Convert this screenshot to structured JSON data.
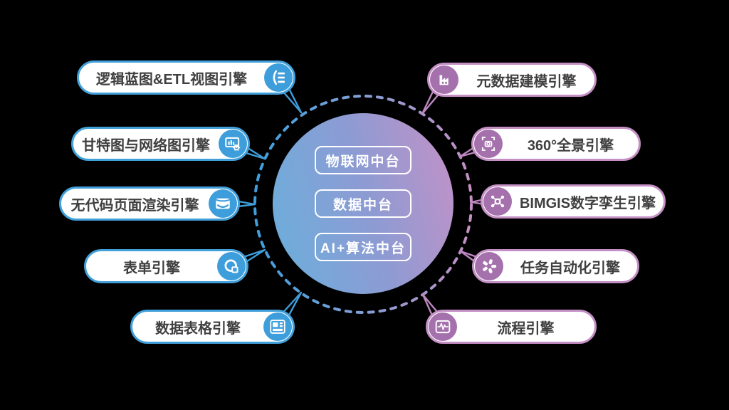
{
  "center": {
    "platforms": [
      "物联网中台",
      "数据中台",
      "AI+算法中台"
    ],
    "gradient_start": "#69b0dd",
    "gradient_end": "#c591c7"
  },
  "left_engines": [
    {
      "label": "逻辑蓝图&ETL视图引擎",
      "icon": "brace-list-icon"
    },
    {
      "label": "甘特图与网络图引擎",
      "icon": "gantt-chart-gear-icon"
    },
    {
      "label": "无代码页面渲染引擎",
      "icon": "page-render-icon"
    },
    {
      "label": "表单引擎",
      "icon": "form-icon"
    },
    {
      "label": "数据表格引擎",
      "icon": "data-table-icon"
    }
  ],
  "right_engines": [
    {
      "label": "元数据建模引擎",
      "icon": "factory-icon"
    },
    {
      "label": "360°全景引擎",
      "icon": "panorama-camera-icon"
    },
    {
      "label": "BIMGIS数字孪生引擎",
      "icon": "molecule-icon"
    },
    {
      "label": "任务自动化引擎",
      "icon": "pinwheel-icon"
    },
    {
      "label": "流程引擎",
      "icon": "pulse-icon"
    }
  ],
  "colors": {
    "left_accent": "#3e9edb",
    "left_border": "#41a0da",
    "right_accent": "#a471ad",
    "right_border": "#c48fc4",
    "label_text": "#3f3f3f",
    "background": "#000000"
  }
}
